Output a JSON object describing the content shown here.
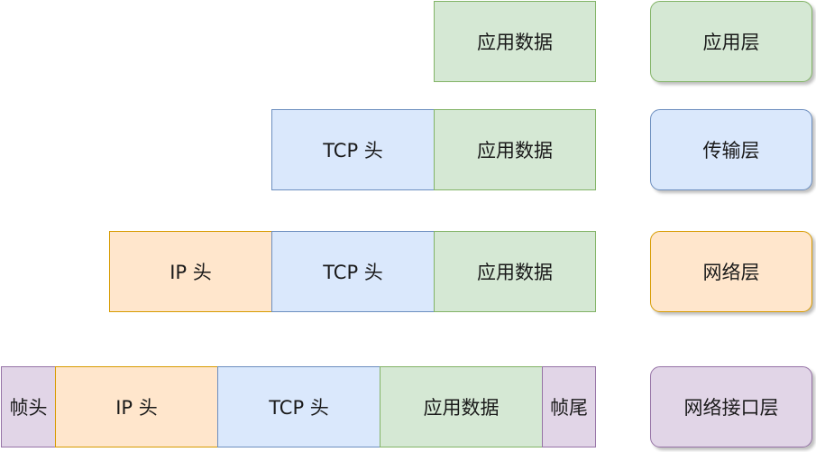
{
  "rows": [
    {
      "segments": [
        "应用数据"
      ],
      "layer": "应用层"
    },
    {
      "segments": [
        "TCP 头",
        "应用数据"
      ],
      "layer": "传输层"
    },
    {
      "segments": [
        "IP 头",
        "TCP 头",
        "应用数据"
      ],
      "layer": "网络层"
    },
    {
      "segments": [
        "帧头",
        "IP 头",
        "TCP 头",
        "应用数据",
        "帧尾"
      ],
      "layer": "网络接口层"
    }
  ],
  "colors": {
    "app_fill": "#d5e8d4",
    "app_stroke": "#82b366",
    "transport_fill": "#dae8fc",
    "transport_stroke": "#6c8ebf",
    "network_fill": "#ffe6cc",
    "network_stroke": "#d79b00",
    "link_fill": "#e1d5e7",
    "link_stroke": "#9673a6"
  }
}
